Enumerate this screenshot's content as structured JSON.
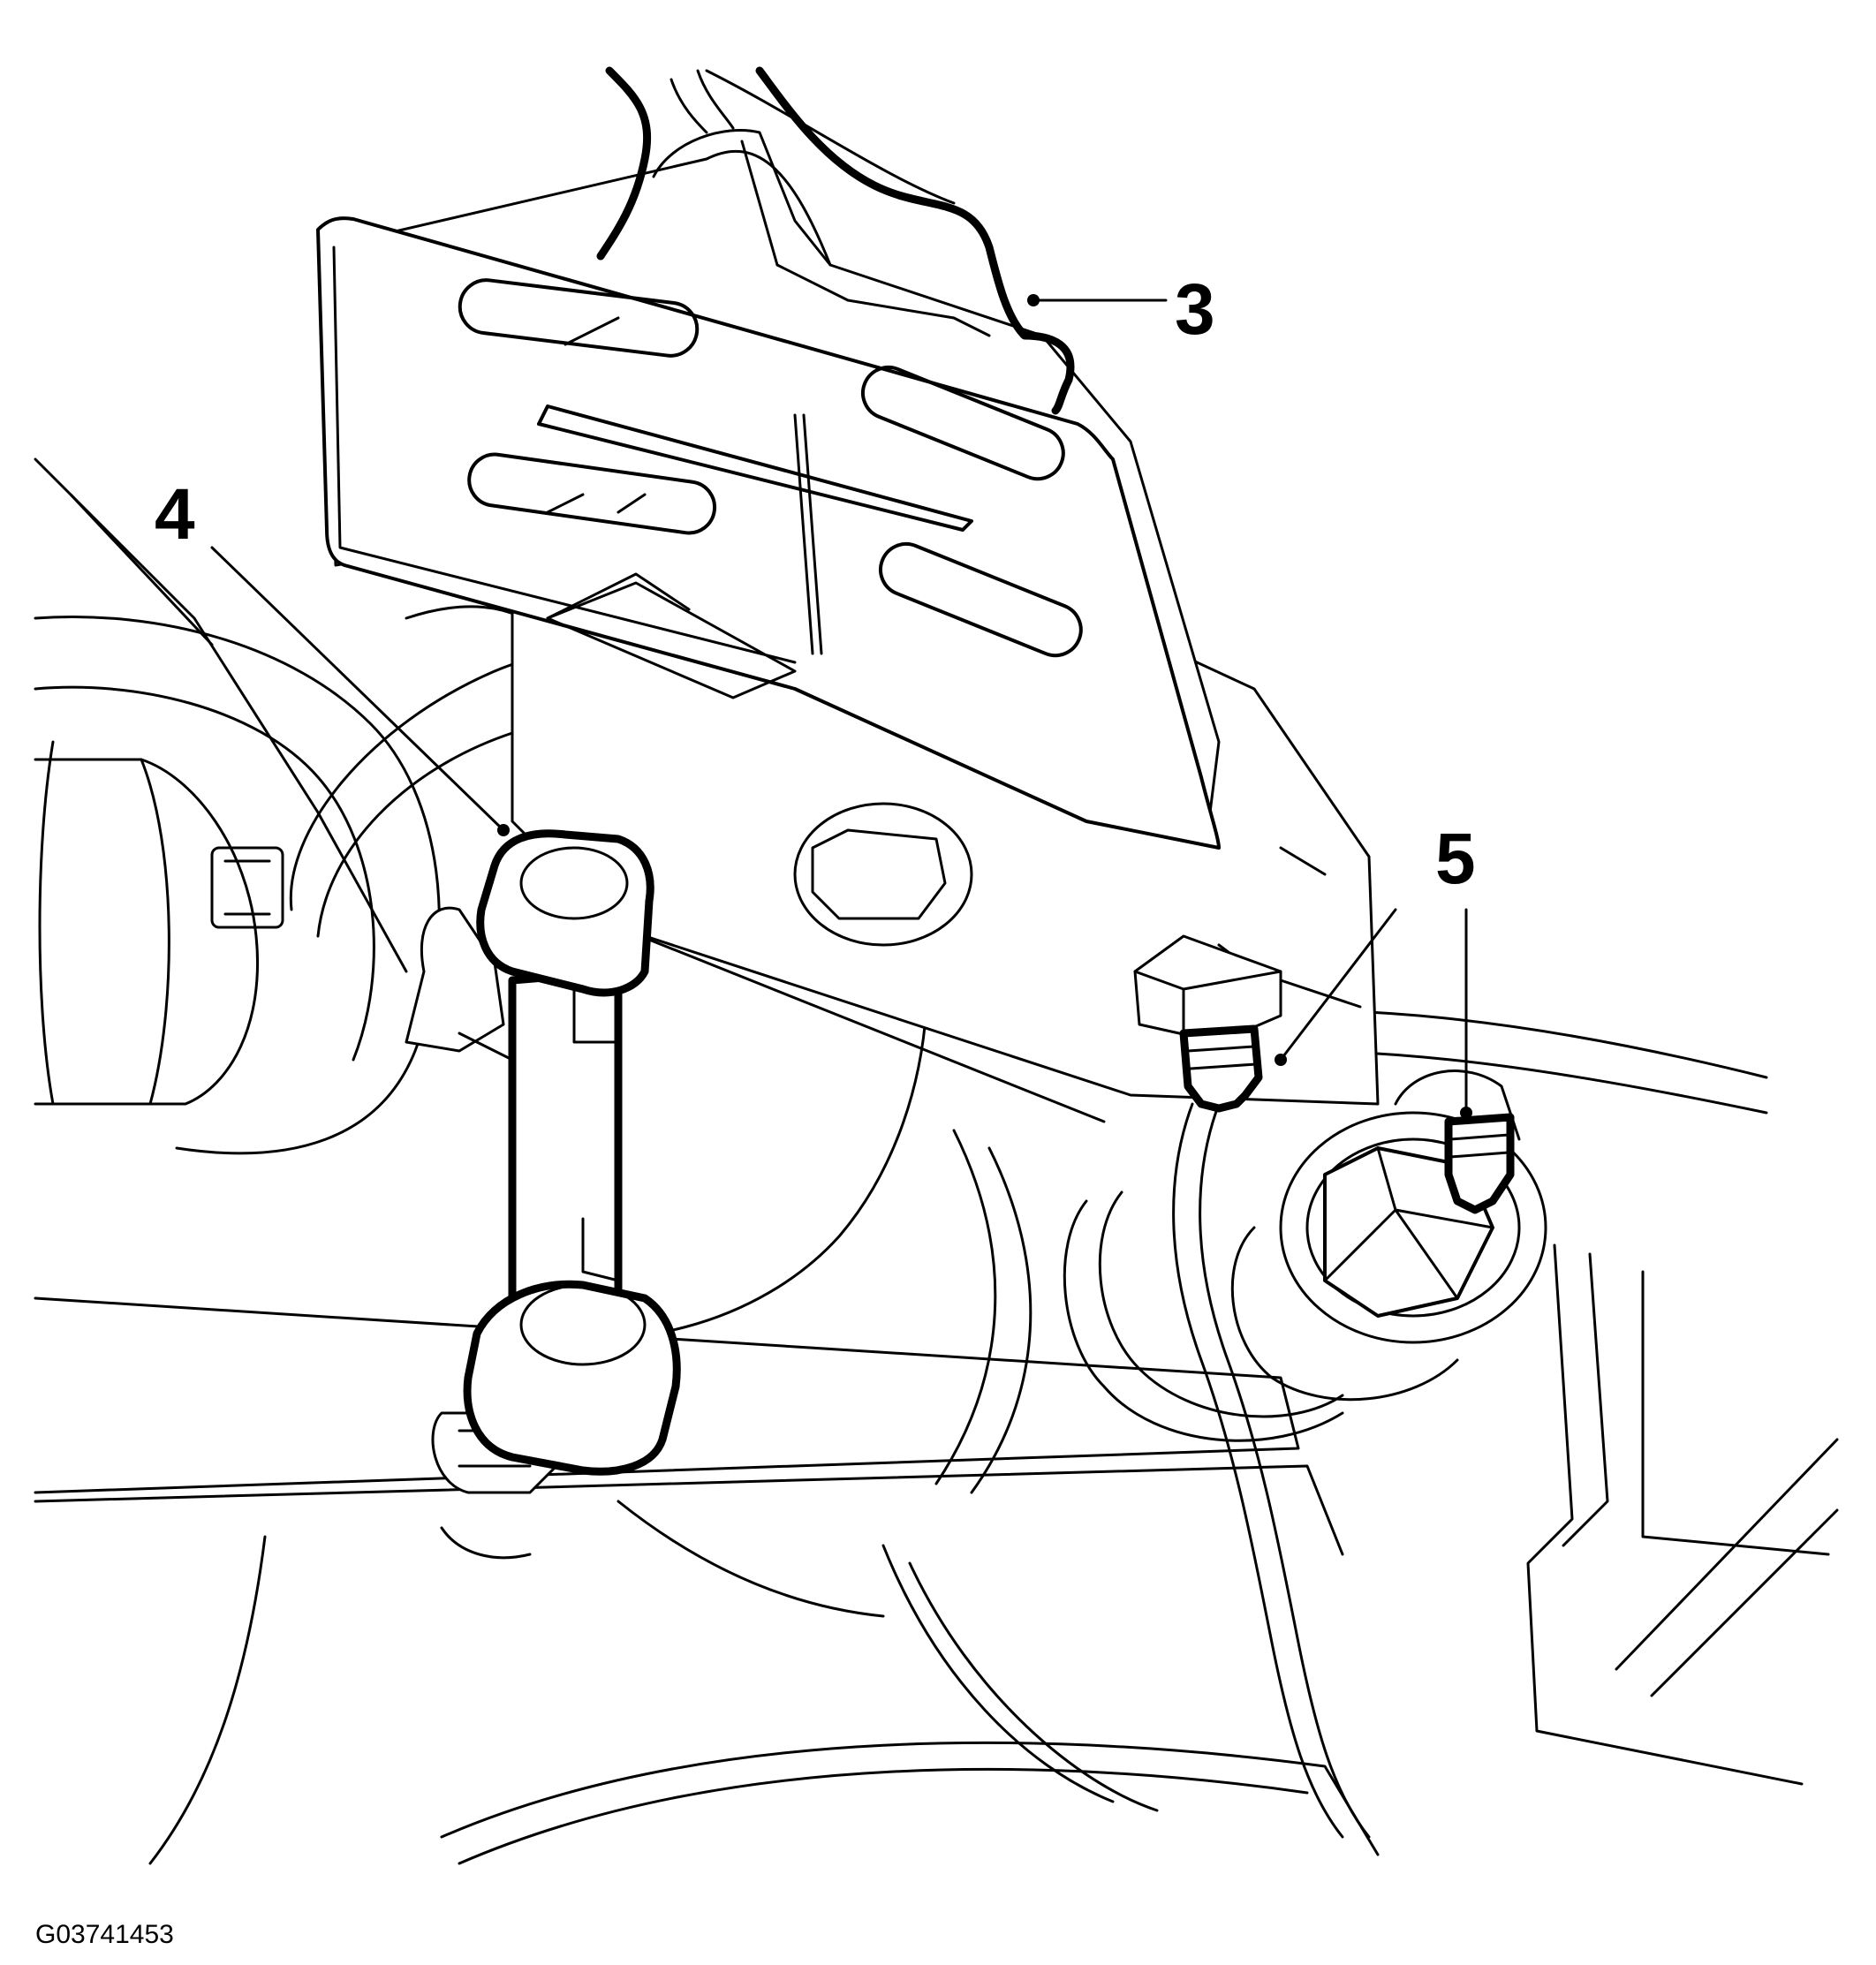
{
  "figure": {
    "figure_id": "G03741453",
    "callouts": [
      {
        "label": "3"
      },
      {
        "label": "4"
      },
      {
        "label": "5"
      }
    ],
    "colors": {
      "line": "#000000",
      "background": "#ffffff"
    }
  }
}
